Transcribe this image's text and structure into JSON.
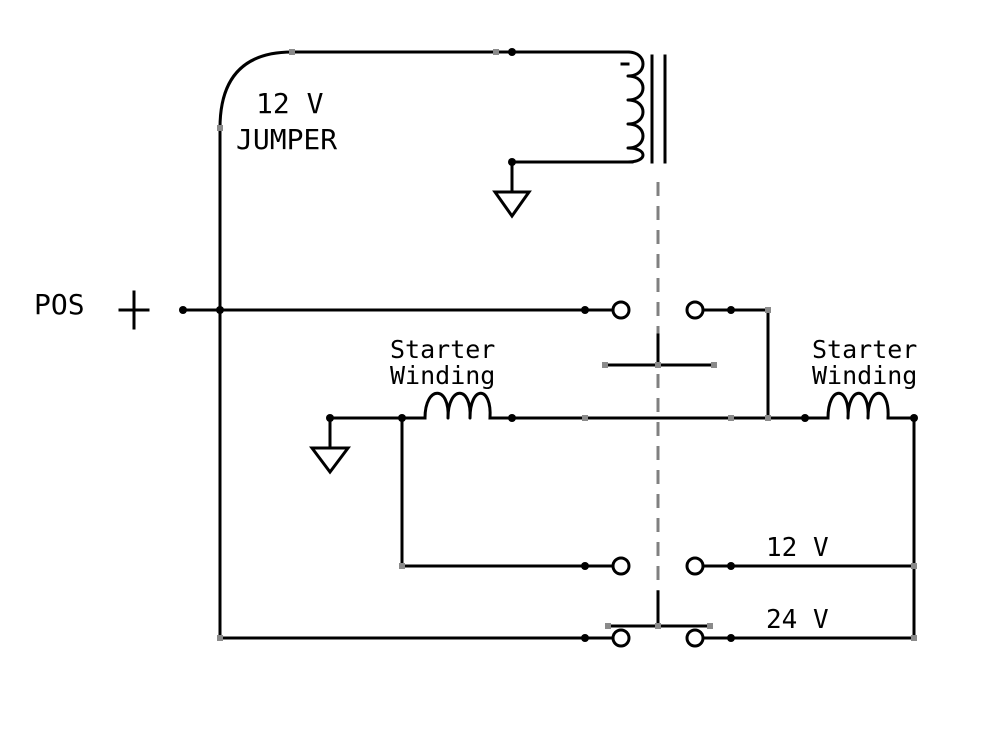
{
  "labels": {
    "jumper_line1": "12 V",
    "jumper_line2": "JUMPER",
    "pos": "POS",
    "plus": "+",
    "left_winding_line1": "Starter",
    "left_winding_line2": "Winding",
    "right_winding_line1": "Starter",
    "right_winding_line2": "Winding",
    "tap_12v": "12 V",
    "tap_24v": "24 V"
  }
}
